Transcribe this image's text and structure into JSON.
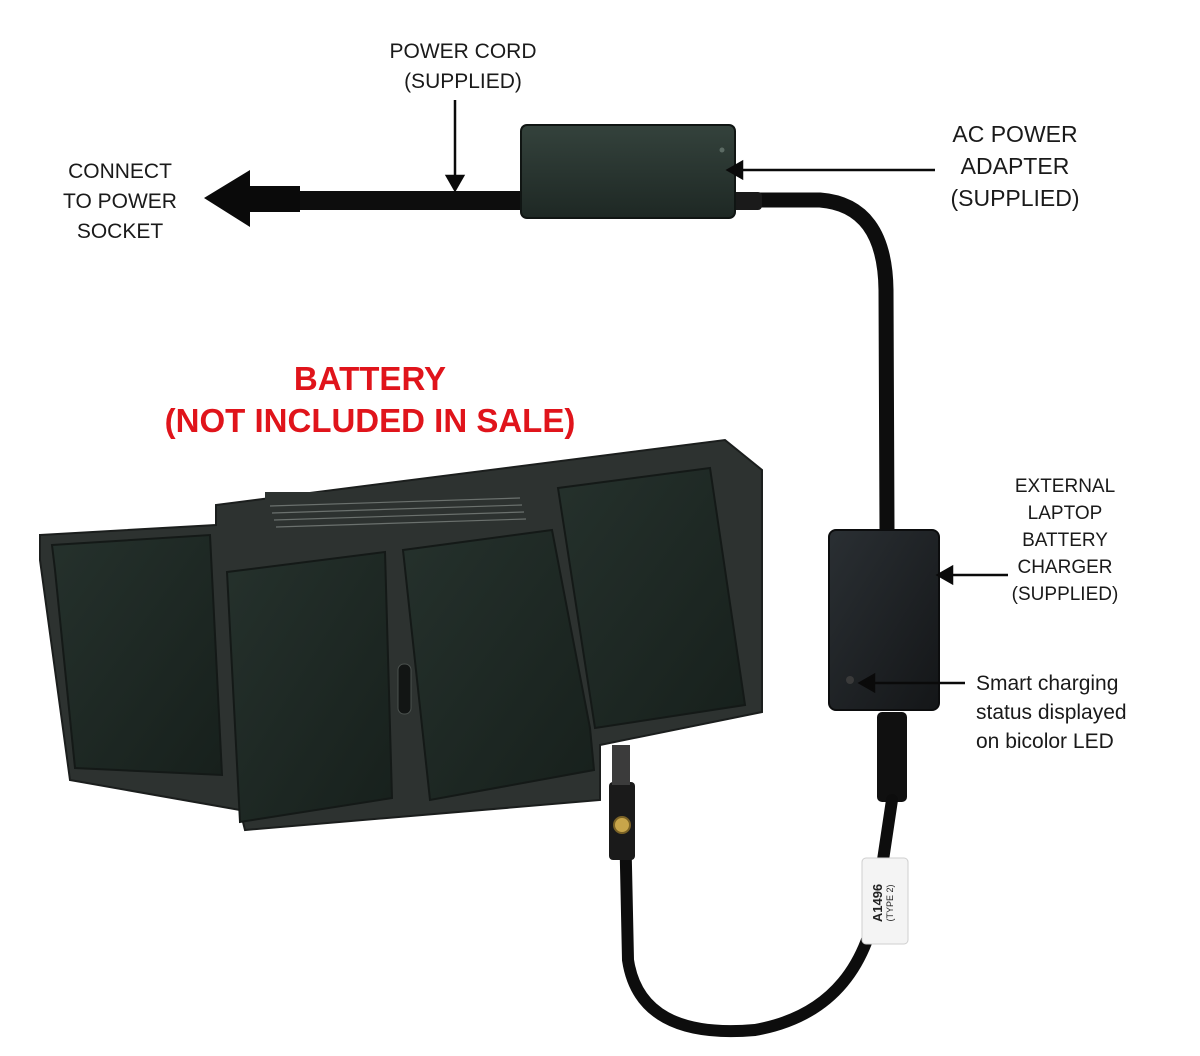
{
  "labels": {
    "power_cord": [
      "POWER CORD",
      "(SUPPLIED)"
    ],
    "connect_socket": [
      "CONNECT",
      "TO POWER",
      "SOCKET"
    ],
    "ac_adapter": [
      "AC POWER",
      "ADAPTER",
      "(SUPPLIED)"
    ],
    "external_charger": [
      "EXTERNAL",
      "LAPTOP",
      "BATTERY",
      "CHARGER",
      "(SUPPLIED)"
    ],
    "smart_charging": [
      "Smart charging",
      "status displayed",
      "on bicolor LED"
    ]
  },
  "battery_warning": {
    "lines": [
      "BATTERY",
      "(NOT INCLUDED IN SALE)"
    ],
    "color": "#e0141b"
  },
  "cable_tag": {
    "model": "A1496",
    "type": "(TYPE 2)"
  },
  "colors": {
    "battery_body": "#2d3230",
    "battery_cell": "#1e2a26",
    "adapter_body": "#27332e",
    "charger_body": "#1c1f22",
    "cable": "#0d0d0d",
    "arrow": "#0a0a0a",
    "led": "#3a3a3a"
  }
}
